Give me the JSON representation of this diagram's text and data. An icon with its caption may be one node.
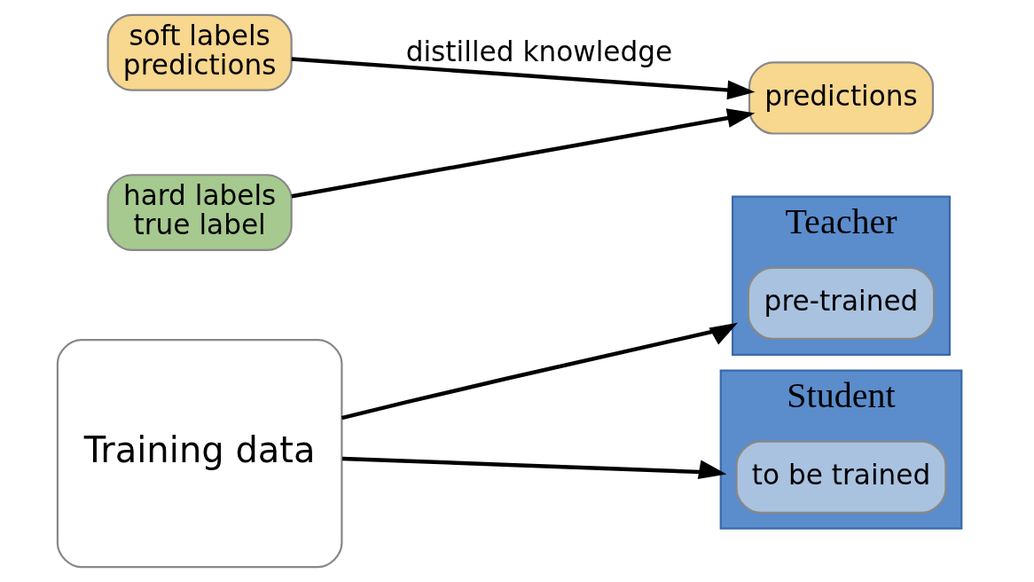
{
  "diagram": {
    "nodes": [
      {
        "text": [
          "Training data"
        ]
      },
      {
        "text": [
          "Teacher"
        ]
      },
      {
        "text": [
          "pre-trained"
        ],
        "in": 1
      },
      {
        "text": [
          "soft labels",
          "predictions"
        ]
      },
      {
        "text": [
          "Student"
        ]
      },
      {
        "text": [
          "to be trained"
        ],
        "in": 4
      },
      {
        "text": [
          "predictions"
        ]
      },
      {
        "text": [
          "hard labels",
          "true label"
        ]
      }
    ],
    "edges": [
      {
        "from": 0,
        "to": 1,
        "arrow": "to"
      },
      {
        "from": 0,
        "to": 4,
        "arrow": "to"
      },
      {
        "from": 3,
        "to": 6,
        "arrow": "to",
        "label": "distilled knowledge"
      },
      {
        "from": 7,
        "to": 6,
        "arrow": "to"
      }
    ]
  }
}
